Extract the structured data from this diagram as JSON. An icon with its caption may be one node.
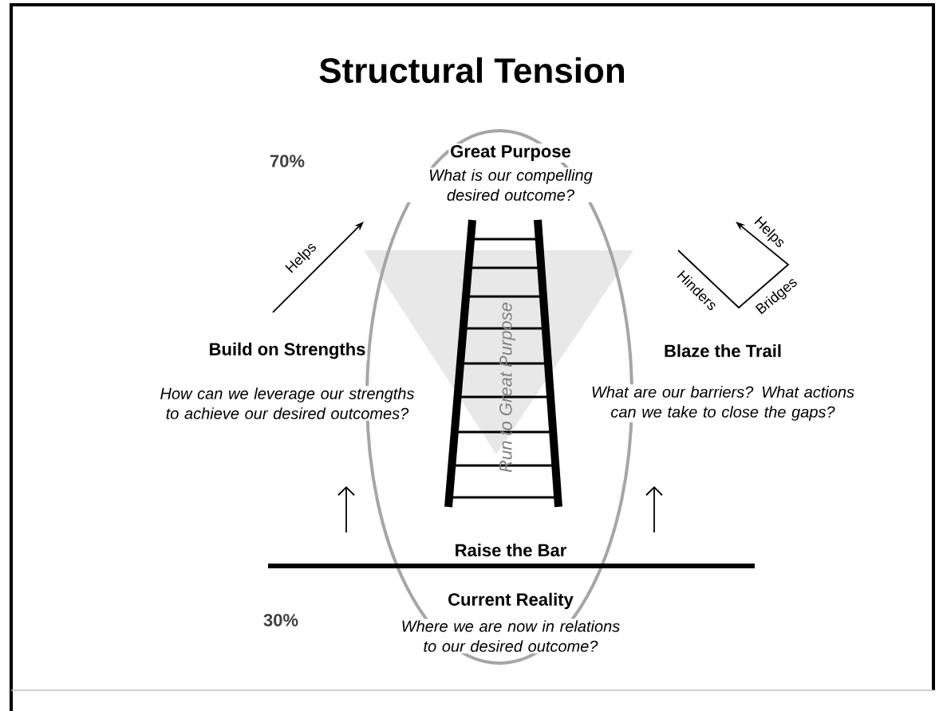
{
  "diagram": {
    "title": "Structural Tension",
    "labels": [
      "70%",
      "Great Purpose",
      "What is our compelling desired outcome?",
      "Helps",
      "Helps",
      "Hinders",
      "Bridges",
      "Build on Strengths",
      "How can we leverage our strengths to achieve our desired outcomes?",
      "Blaze the Trail",
      "What are our barriers? What actions can we take to close the gaps?",
      "Run to Great Purpose",
      "Raise the Bar",
      "Current Reality",
      "30%",
      "Where we are now in relations to our desired outcome?"
    ]
  }
}
